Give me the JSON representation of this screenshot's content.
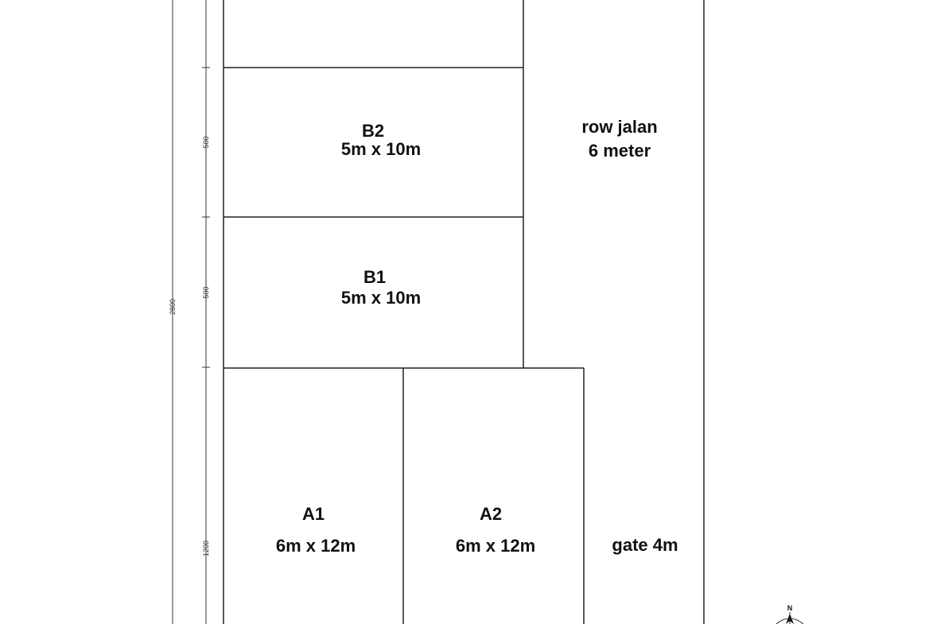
{
  "plots": [
    {
      "id": "B2",
      "size": "5m x 10m"
    },
    {
      "id": "B1",
      "size": "5m x 10m"
    },
    {
      "id": "A1",
      "size": "6m x 12m"
    },
    {
      "id": "A2",
      "size": "6m x 12m"
    }
  ],
  "road": {
    "line1": "row jalan",
    "line2": "6 meter"
  },
  "gate": {
    "label": "gate 4m"
  },
  "dimensions": {
    "overall": "2800",
    "b2": "500",
    "b1": "500",
    "a": "1200"
  },
  "north": {
    "label": "N"
  },
  "colors": {
    "line": "#222222",
    "text": "#111111",
    "background": "#ffffff"
  }
}
